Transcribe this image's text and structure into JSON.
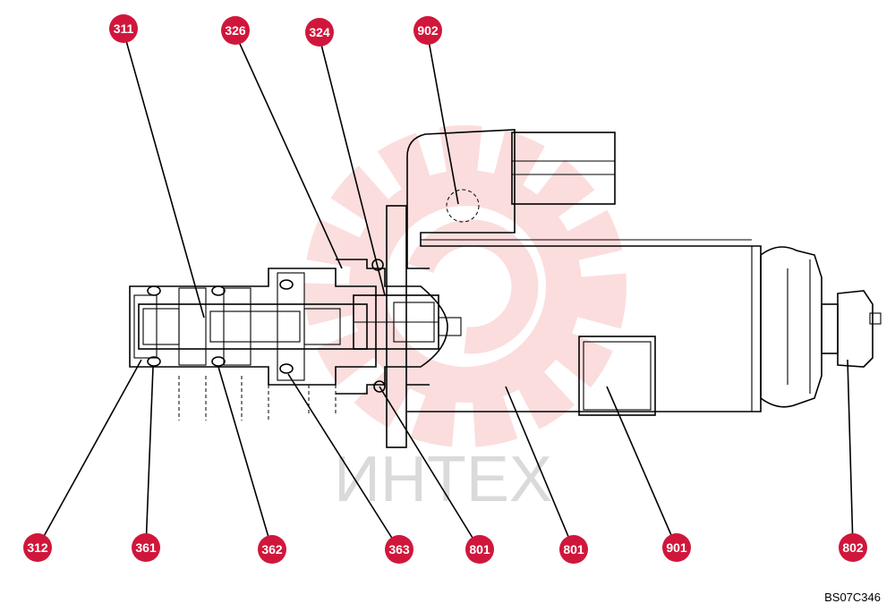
{
  "watermark": {
    "text": "ИНТЕХ",
    "color": "#f4b3b3"
  },
  "colors": {
    "callout": "#d0173b",
    "callout_text": "#ffffff"
  },
  "callouts": [
    {
      "id": "c311",
      "label": "311"
    },
    {
      "id": "c326",
      "label": "326"
    },
    {
      "id": "c324",
      "label": "324"
    },
    {
      "id": "c902",
      "label": "902"
    },
    {
      "id": "c312",
      "label": "312"
    },
    {
      "id": "c361",
      "label": "361"
    },
    {
      "id": "c362",
      "label": "362"
    },
    {
      "id": "c363",
      "label": "363"
    },
    {
      "id": "c801a",
      "label": "801"
    },
    {
      "id": "c801b",
      "label": "801"
    },
    {
      "id": "c901",
      "label": "901"
    },
    {
      "id": "c802",
      "label": "802"
    }
  ],
  "drawing_code": "BS07C346"
}
